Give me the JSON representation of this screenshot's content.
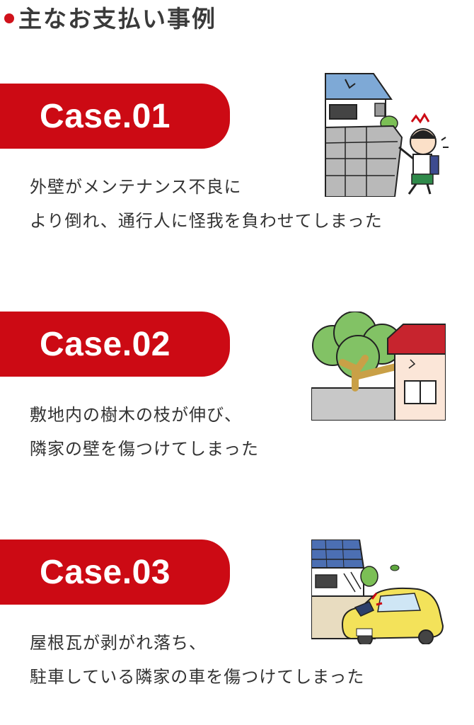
{
  "heading": {
    "title": "主なお支払い事例"
  },
  "cases": [
    {
      "label": "Case.01",
      "line1": "外壁がメンテナンス不良に",
      "line2": "より倒れ、通行人に怪我を負わせてしまった"
    },
    {
      "label": "Case.02",
      "line1": "敷地内の樹木の枝が伸び、",
      "line2": "隣家の壁を傷つけてしまった"
    },
    {
      "label": "Case.03",
      "line1": "屋根瓦が剥がれ落ち、",
      "line2": "駐車している隣家の車を傷つけてしまった"
    }
  ],
  "colors": {
    "accent": "#cc0a14",
    "text": "#333333"
  }
}
